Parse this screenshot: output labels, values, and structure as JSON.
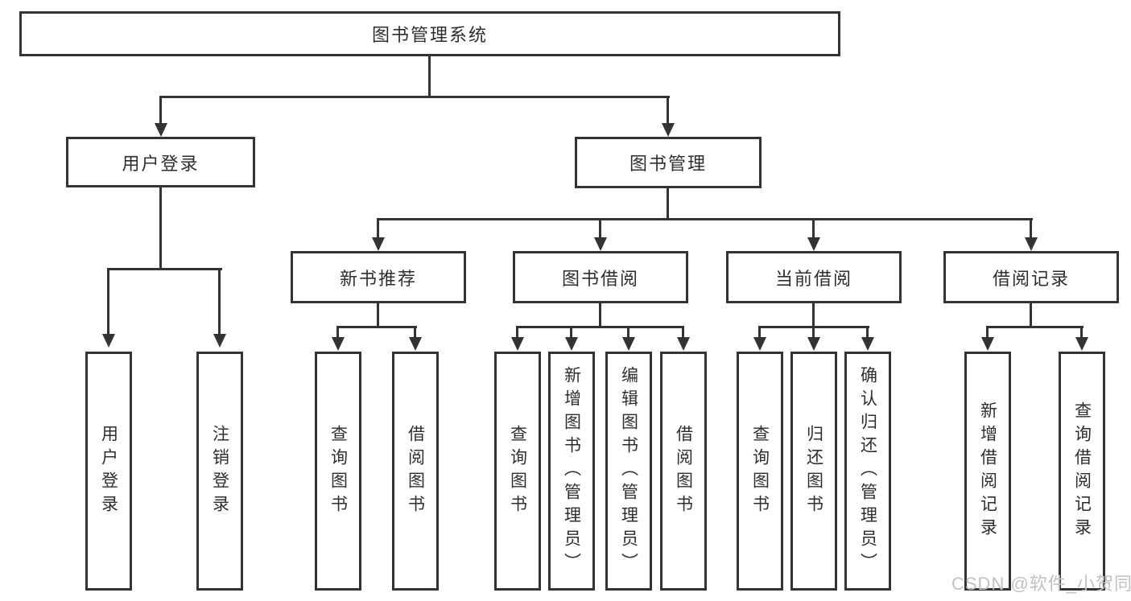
{
  "colors": {
    "line": "#333333",
    "text": "#2e2e2e",
    "box_bg": "#ffffff",
    "watermark": "#c1c1c1"
  },
  "watermark": {
    "text": "CSDN @软件_小贺同学"
  },
  "tree": {
    "root": {
      "label": "图书管理系统"
    },
    "level2": [
      {
        "label": "用户登录"
      },
      {
        "label": "图书管理"
      }
    ],
    "level3": [
      {
        "label": "新书推荐",
        "parent": "图书管理"
      },
      {
        "label": "图书借阅",
        "parent": "图书管理"
      },
      {
        "label": "当前借阅",
        "parent": "图书管理"
      },
      {
        "label": "借阅记录",
        "parent": "图书管理"
      }
    ],
    "leaves": [
      {
        "label": "用户登录",
        "parent": "用户登录"
      },
      {
        "label": "注销登录",
        "parent": "用户登录"
      },
      {
        "label": "查询图书",
        "parent": "新书推荐"
      },
      {
        "label": "借阅图书",
        "parent": "新书推荐"
      },
      {
        "label": "查询图书",
        "parent": "图书借阅"
      },
      {
        "label": "新增图书（管理员）",
        "parent": "图书借阅"
      },
      {
        "label": "编辑图书（管理员）",
        "parent": "图书借阅"
      },
      {
        "label": "借阅图书",
        "parent": "图书借阅"
      },
      {
        "label": "查询图书",
        "parent": "当前借阅"
      },
      {
        "label": "归还图书",
        "parent": "当前借阅"
      },
      {
        "label": "确认归还（管理员）",
        "parent": "当前借阅"
      },
      {
        "label": "新增借阅记录",
        "parent": "借阅记录"
      },
      {
        "label": "查询借阅记录",
        "parent": "借阅记录"
      }
    ]
  }
}
